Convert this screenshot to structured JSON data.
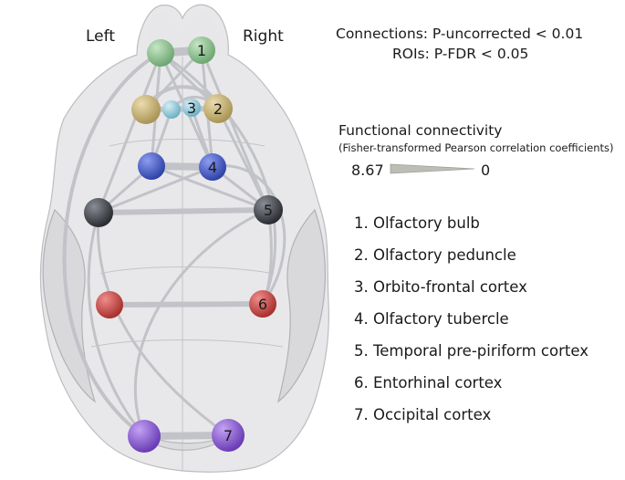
{
  "labels": {
    "left": "Left",
    "right": "Right"
  },
  "thresholds": {
    "connections": "Connections: P-uncorrected < 0.01",
    "rois": "ROIs: P-FDR < 0.05"
  },
  "colorbar": {
    "title": "Functional connectivity",
    "subtitle": "(Fisher-transformed Pearson correlation coefficients)",
    "max_label": "8.67",
    "min_label": "0"
  },
  "regions": [
    {
      "number": "1",
      "label": "1. Olfactory bulb",
      "color": "#8dbd8f"
    },
    {
      "number": "2",
      "label": "2. Olfactory peduncle",
      "color": "#c9b57c"
    },
    {
      "number": "3",
      "label": "3. Orbito-frontal cortex",
      "color": "#8fc5d6"
    },
    {
      "number": "4",
      "label": "4. Olfactory tubercle",
      "color": "#4e62c4"
    },
    {
      "number": "5",
      "label": "5. Temporal pre-piriform cortex",
      "color": "#4a4d55"
    },
    {
      "number": "6",
      "label": "6. Entorhinal cortex",
      "color": "#c9504e"
    },
    {
      "number": "7",
      "label": "7. Occipital cortex",
      "color": "#8a5fd0"
    }
  ],
  "colors": {
    "edge": "#c2c3c8",
    "brain": "#cfcfd1"
  }
}
